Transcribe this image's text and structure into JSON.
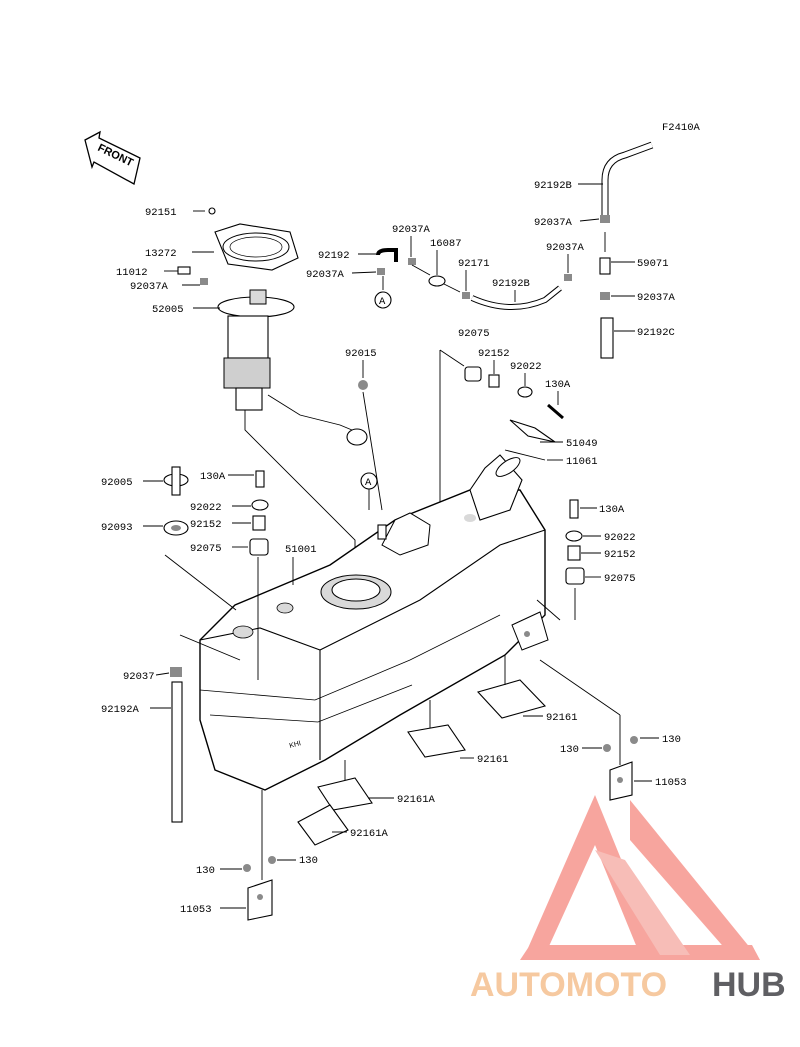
{
  "diagram": {
    "code": "F2410A",
    "front_label": "FRONT",
    "callout_circle": "A",
    "labels": {
      "l92151": "92151",
      "l13272": "13272",
      "l11012": "11012",
      "l92037A_left": "92037A",
      "l52005": "52005",
      "l92037A_mid1": "92037A",
      "l92192": "92192",
      "l92037A_mid2": "92037A",
      "l16087": "16087",
      "l92171": "92171",
      "l92192B_mid": "92192B",
      "l92037A_mid3": "92037A",
      "l92192B_top": "92192B",
      "l92037A_right1": "92037A",
      "l59071": "59071",
      "l92037A_right2": "92037A",
      "l92192C": "92192C",
      "l92015": "92015",
      "l92075_top": "92075",
      "l92152_top": "92152",
      "l92022_top": "92022",
      "l130A_top": "130A",
      "l51049": "51049",
      "l11061": "11061",
      "l92005": "92005",
      "l130A_left": "130A",
      "l92022_left": "92022",
      "l92093": "92093",
      "l92152_left": "92152",
      "l92075_left": "92075",
      "l51001": "51001",
      "l130A_right": "130A",
      "l92022_right": "92022",
      "l92152_right": "92152",
      "l92075_right": "92075",
      "l92037": "92037",
      "l92192A": "92192A",
      "l92161_a": "92161",
      "l92161_b": "92161",
      "l130_r1": "130",
      "l130_r2": "130",
      "l11053_right": "11053",
      "l92161A_a": "92161A",
      "l92161A_b": "92161A",
      "l130_b1": "130",
      "l130_b2": "130",
      "l11053_bottom": "11053"
    }
  },
  "watermark": {
    "brand_part1": "AUTOMOTO",
    "brand_part2": "HUB",
    "colors": {
      "triangle": "#f28b82",
      "auto": "#f6c9a0",
      "hub": "#5f5f63"
    }
  }
}
